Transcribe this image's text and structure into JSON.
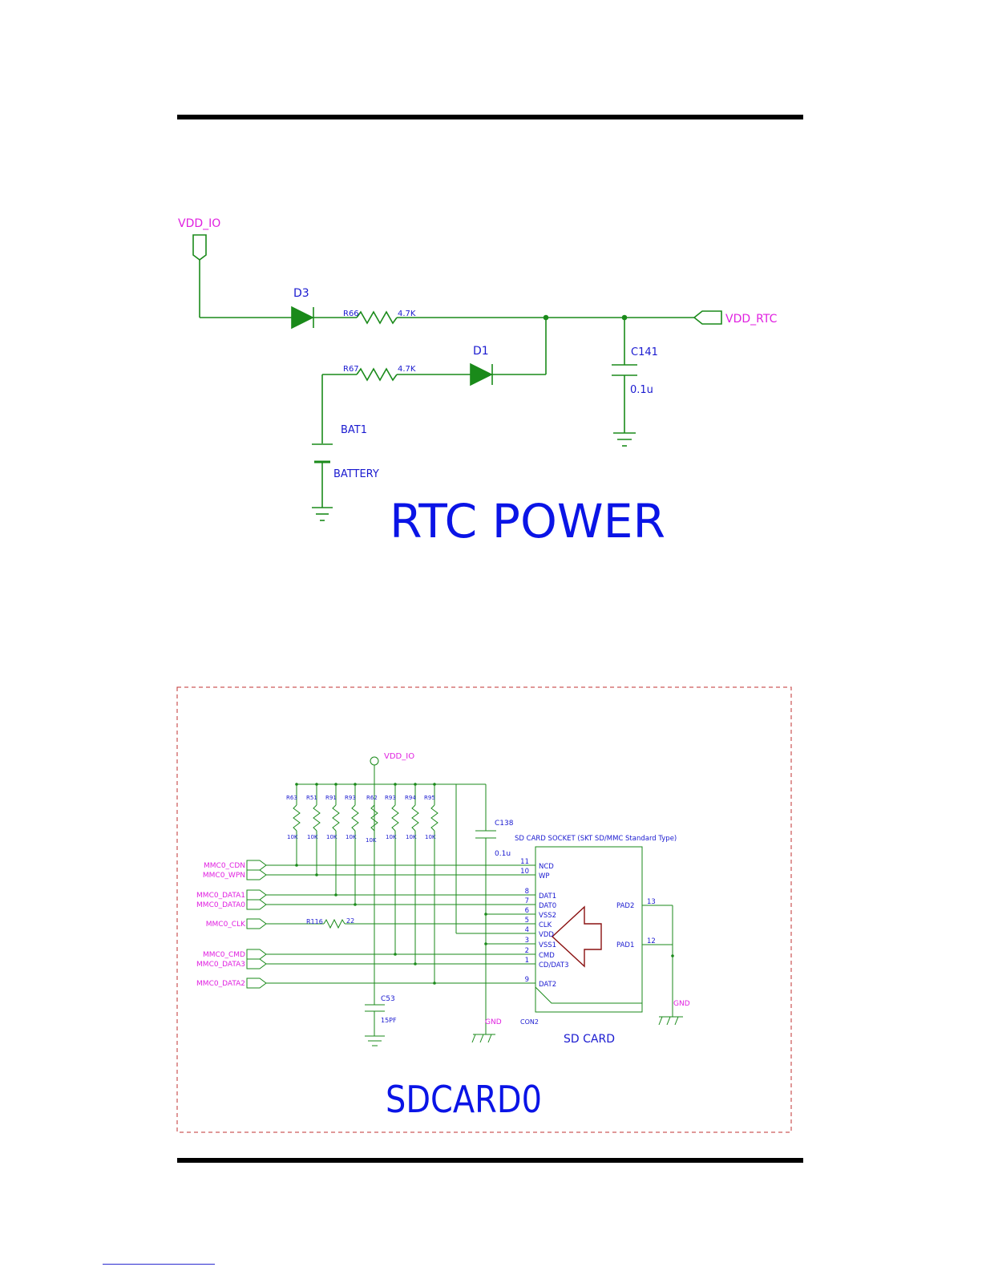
{
  "rtc": {
    "title": "RTC POWER",
    "nets": {
      "vdd_io": "VDD_IO",
      "vdd_rtc": "VDD_RTC"
    },
    "d3": "D3",
    "d1": "D1",
    "r66": {
      "ref": "R66",
      "value": "4.7K"
    },
    "r67": {
      "ref": "R67",
      "value": "4.7K"
    },
    "c141": {
      "ref": "C141",
      "value": "0.1u"
    },
    "bat1": {
      "ref": "BAT1",
      "value": "BATTERY"
    }
  },
  "sd": {
    "title": "SDCARD0",
    "vdd_io": "VDD_IO",
    "pullups": [
      {
        "ref": "R63",
        "value": "10K"
      },
      {
        "ref": "R51",
        "value": "10K"
      },
      {
        "ref": "R91",
        "value": "10K"
      },
      {
        "ref": "R93",
        "value": "10K"
      },
      {
        "ref": "R62",
        "value": "10K"
      },
      {
        "ref": "R93",
        "value": "10K"
      },
      {
        "ref": "R94",
        "value": "10K"
      },
      {
        "ref": "R95",
        "value": "10K"
      }
    ],
    "c138": {
      "ref": "C138",
      "value": "0.1u"
    },
    "c53": {
      "ref": "C53",
      "value": "15PF"
    },
    "r116": {
      "ref": "R116",
      "value": "22"
    },
    "socket_title": "SD CARD SOCKET (SKT SD/MMC Standard Type)",
    "con_ref": "CON2",
    "con_label": "SD CARD",
    "gnd": "GND",
    "ports": [
      "MMC0_CDN",
      "MMC0_WPN",
      "MMC0_DATA1",
      "MMC0_DATA0",
      "MMC0_CLK",
      "MMC0_CMD",
      "MMC0_DATA3",
      "MMC0_DATA2"
    ],
    "pins": [
      {
        "num": "11",
        "name": "NCD"
      },
      {
        "num": "10",
        "name": "WP"
      },
      {
        "num": "8",
        "name": "DAT1"
      },
      {
        "num": "7",
        "name": "DAT0"
      },
      {
        "num": "6",
        "name": "VSS2"
      },
      {
        "num": "5",
        "name": "CLK"
      },
      {
        "num": "4",
        "name": "VDD"
      },
      {
        "num": "3",
        "name": "VSS1"
      },
      {
        "num": "2",
        "name": "CMD"
      },
      {
        "num": "1",
        "name": "CD/DAT3"
      },
      {
        "num": "9",
        "name": "DAT2"
      }
    ],
    "pads": [
      {
        "num": "13",
        "name": "PAD2"
      },
      {
        "num": "12",
        "name": "PAD1"
      }
    ]
  },
  "colors": {
    "wire": "#1a8a1a",
    "netlabel": "#e020e0",
    "ref": "#1a1ad0",
    "title": "#0a14e6",
    "frame": "#c03030",
    "arrow": "#8a1010"
  }
}
